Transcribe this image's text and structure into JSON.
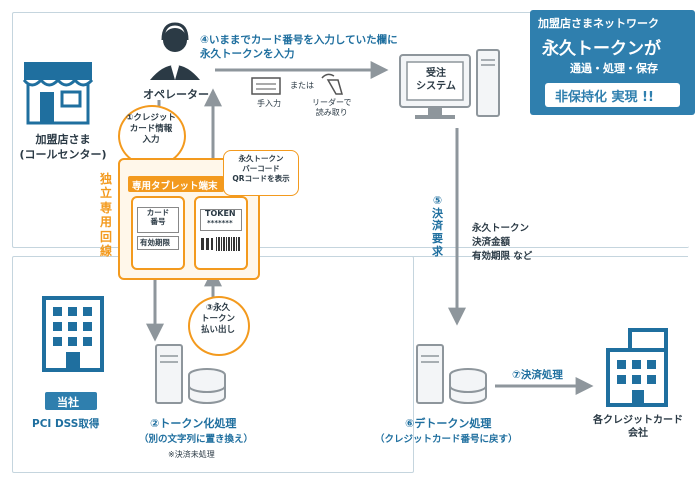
{
  "regions": {
    "merchant_store_label": "加盟店さま\n(コールセンター)",
    "company_label": "当社",
    "pci_label": "PCI DSS取得",
    "card_company_label": "各クレジットカード\n会社"
  },
  "callout": {
    "line1": "加盟店さまネットワーク",
    "line2": "永久トークンが",
    "line3": "通過・処理・保存",
    "button": "非保持化 実現 !!"
  },
  "operator": {
    "label": "オペレーター"
  },
  "order_system": {
    "label": "受注\nシステム"
  },
  "steps": {
    "step1": "①クレジット\nカード情報\n入力",
    "step2_title": "②トークン化処理",
    "step2_sub": "（別の文字列に置き換え）",
    "step2_note": "※決済未処理",
    "step3": "③永久\nトークン\n払い出し",
    "step4": "④いままでカード番号を入力していた欄に\n永久トークンを入力",
    "step5": "⑤\n決\n済\n要\n求",
    "step5_details": "永久トークン\n決済金額\n有効期限 など",
    "step6_title": "⑥デトークン処理",
    "step6_sub": "（クレジットカード番号に戻す）",
    "step7": "⑦決済処理"
  },
  "input_methods": {
    "manual": "手入力",
    "or": "または",
    "reader": "リーダーで\n読み取り"
  },
  "tablet_section": {
    "vertical_label": "独\n立\n専\n用\n回\n線",
    "header": "専用タブレット端末",
    "card_number": "カード\n番号",
    "expiry": "有効期限",
    "token": "TOKEN",
    "token_mask": "*******",
    "barcode_callout": "永久トークン\nバーコード\nQRコードを表示"
  },
  "colors": {
    "accent_blue": "#1f6f9f",
    "callout_bg": "#2f7fae",
    "orange": "#f39a1e",
    "arrow_gray": "#8e969c",
    "border_gray": "#c5d5de"
  }
}
